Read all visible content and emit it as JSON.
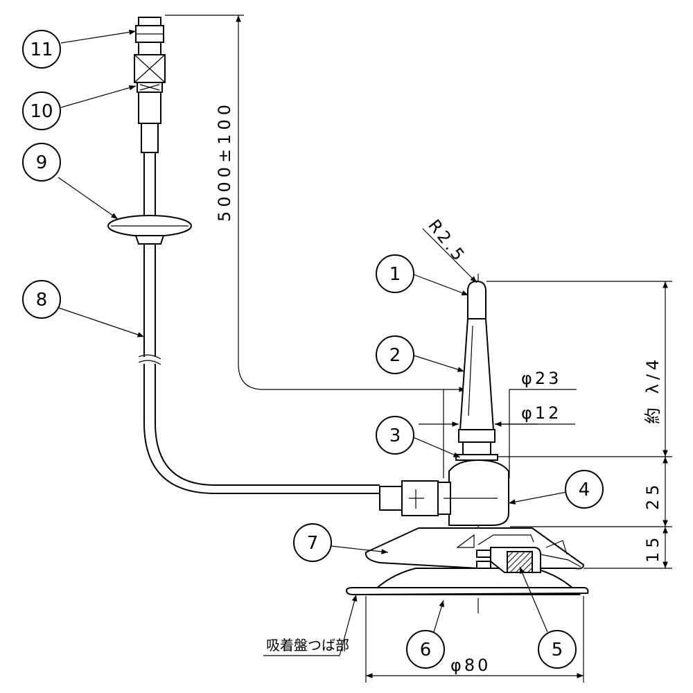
{
  "callouts": [
    "1",
    "2",
    "3",
    "4",
    "5",
    "6",
    "7",
    "8",
    "9",
    "10",
    "11"
  ],
  "dimensions": {
    "radius": "R2.5",
    "cable_length": "5000±100",
    "diameter_23": "φ23",
    "diameter_12": "φ12",
    "height_main": "約 λ/4",
    "height_mid": "25",
    "height_base": "15",
    "diameter_80": "φ80"
  },
  "note": "吸着盤つば部"
}
